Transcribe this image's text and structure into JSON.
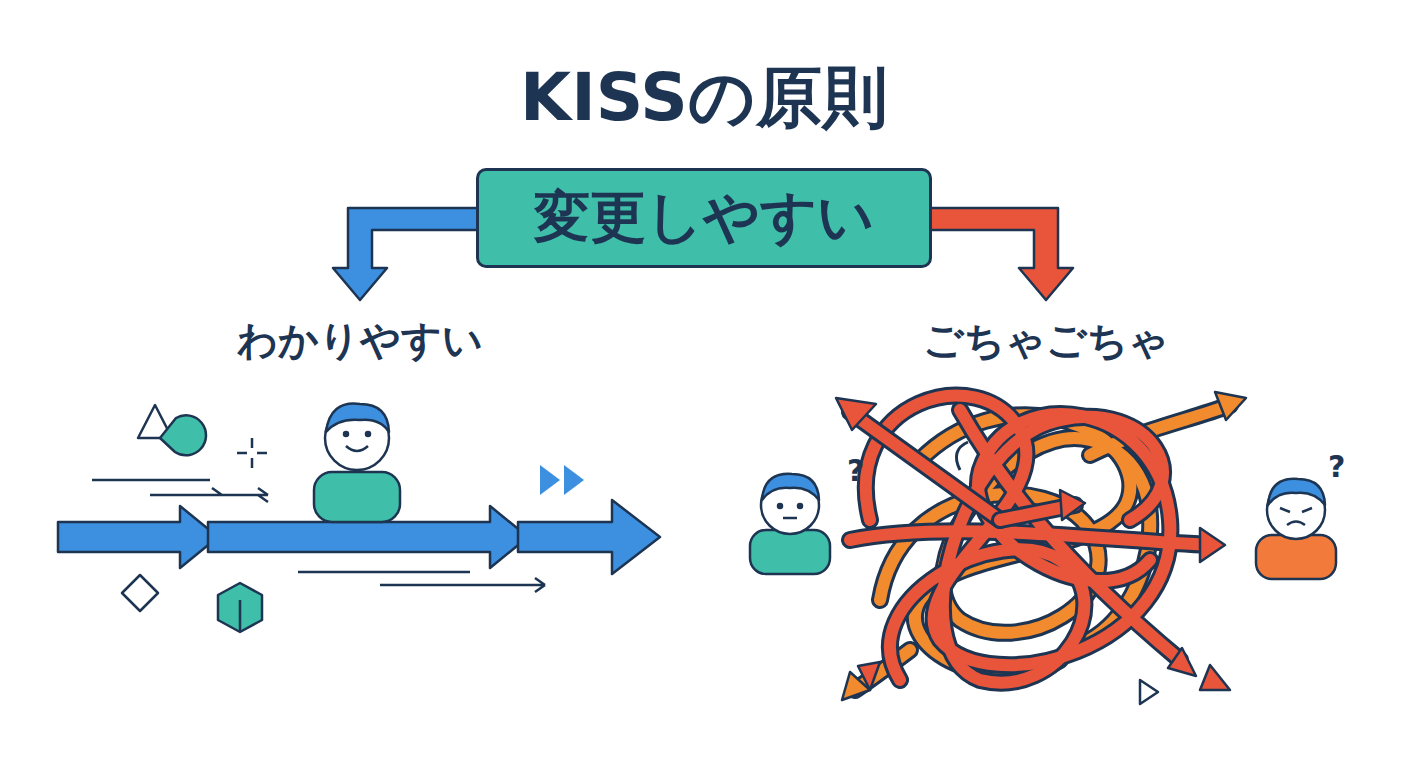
{
  "diagram": {
    "title": "KISSの原則",
    "nodes": [
      {
        "text": [
          "変更しやすい"
        ]
      }
    ],
    "edges": [],
    "labels": [
      "わかりやすい",
      "ごちゃごちゃ",
      "?",
      "?"
    ]
  }
}
